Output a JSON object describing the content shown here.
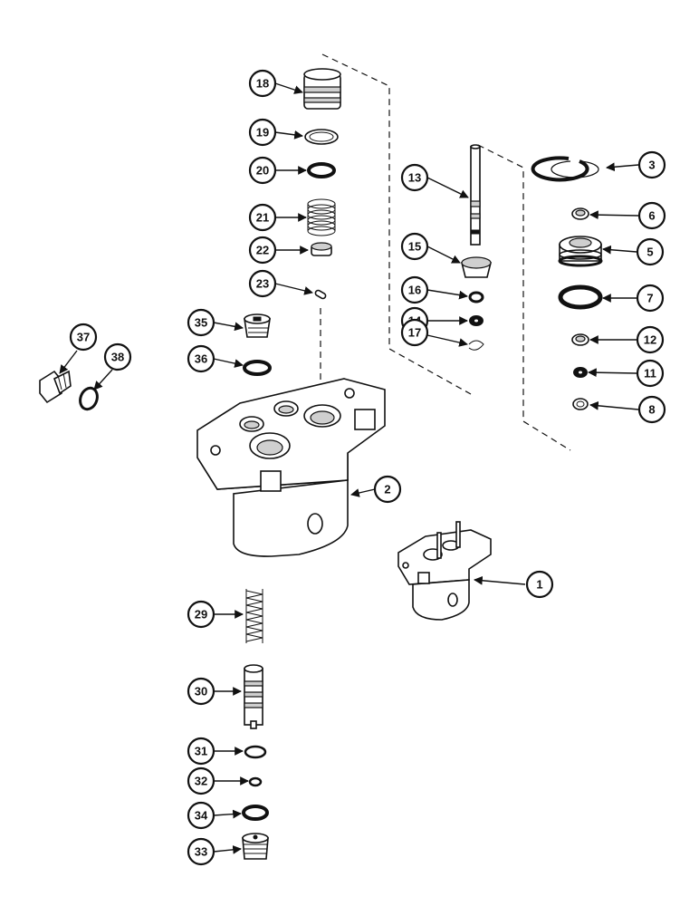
{
  "callouts": [
    {
      "label": "1"
    },
    {
      "label": "2"
    },
    {
      "label": "3"
    },
    {
      "label": "5"
    },
    {
      "label": "6"
    },
    {
      "label": "7"
    },
    {
      "label": "8"
    },
    {
      "label": "11"
    },
    {
      "label": "12"
    },
    {
      "label": "13"
    },
    {
      "label": "14"
    },
    {
      "label": "15"
    },
    {
      "label": "16"
    },
    {
      "label": "17"
    },
    {
      "label": "18"
    },
    {
      "label": "19"
    },
    {
      "label": "20"
    },
    {
      "label": "21"
    },
    {
      "label": "22"
    },
    {
      "label": "23"
    },
    {
      "label": "29"
    },
    {
      "label": "30"
    },
    {
      "label": "31"
    },
    {
      "label": "32"
    },
    {
      "label": "33"
    },
    {
      "label": "34"
    },
    {
      "label": "35"
    },
    {
      "label": "36"
    },
    {
      "label": "37"
    },
    {
      "label": "38"
    }
  ],
  "colors": {
    "ink": "#111111",
    "paper": "#ffffff",
    "shade": "#cfcfcf"
  }
}
